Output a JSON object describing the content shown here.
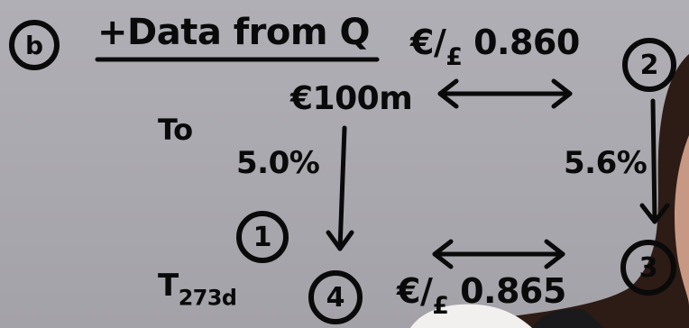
{
  "heading": {
    "label": "b",
    "title": "+Data from Q"
  },
  "to_label": "To",
  "t_label": "T",
  "t_days": "273d",
  "amount": "€100m",
  "rate_top": {
    "prefix": "€/",
    "sub": "£",
    "value": "0.860"
  },
  "rate_bottom": {
    "prefix": "€/",
    "sub": "£",
    "value": "0.865"
  },
  "pct_left": "5.0%",
  "pct_right": "5.6%",
  "steps": {
    "one": "1",
    "two": "2",
    "three": "3",
    "four": "4"
  }
}
